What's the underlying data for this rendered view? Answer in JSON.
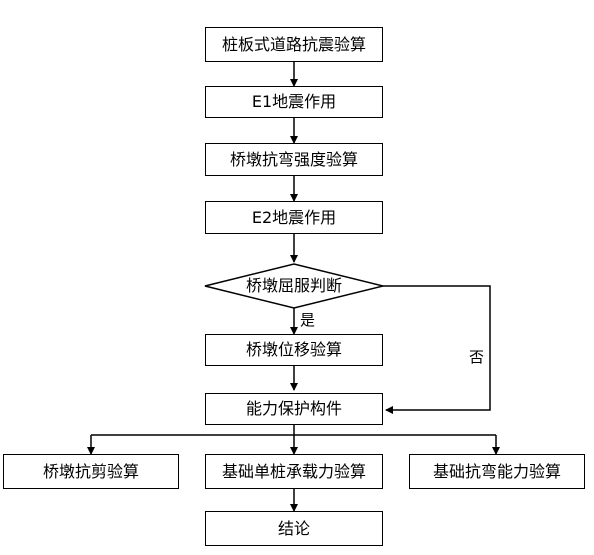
{
  "flowchart": {
    "nodes": [
      {
        "id": "n1",
        "label": "桩板式道路抗震验算"
      },
      {
        "id": "n2",
        "label": "E1地震作用"
      },
      {
        "id": "n3",
        "label": "桥墩抗弯强度验算"
      },
      {
        "id": "n4",
        "label": "E2地震作用"
      },
      {
        "id": "n5",
        "label": "桥墩屈服判断",
        "shape": "diamond"
      },
      {
        "id": "n6",
        "label": "桥墩位移验算"
      },
      {
        "id": "n7",
        "label": "能力保护构件"
      },
      {
        "id": "n8",
        "label": "桥墩抗剪验算"
      },
      {
        "id": "n9",
        "label": "基础单桩承载力验算"
      },
      {
        "id": "n10",
        "label": "基础抗弯能力验算"
      },
      {
        "id": "n11",
        "label": "结论"
      }
    ],
    "edge_labels": {
      "yes": "是",
      "no": "否"
    }
  }
}
